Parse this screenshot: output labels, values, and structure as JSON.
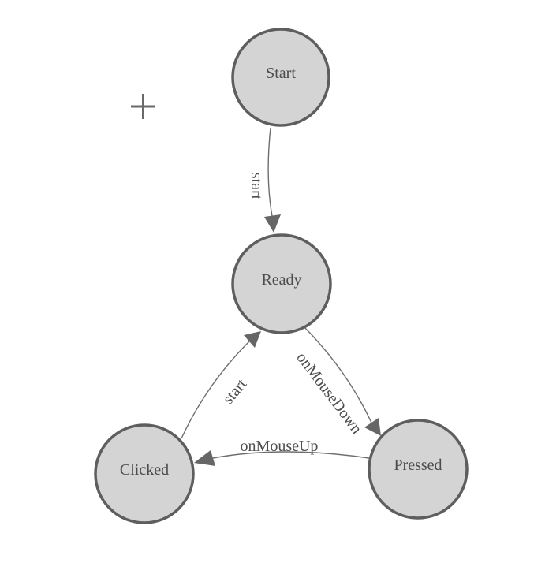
{
  "diagram": {
    "type": "state-diagram",
    "background": "#ffffff",
    "colors": {
      "node_fill": "#d4d4d4",
      "node_border": "#5e5e5e",
      "edge_line": "#6e6e6e",
      "arrowhead": "#666666",
      "label_text": "#4c4c4e",
      "crosshair": "#696969"
    },
    "nodes": [
      {
        "id": "start",
        "label": "Start"
      },
      {
        "id": "ready",
        "label": "Ready"
      },
      {
        "id": "clicked",
        "label": "Clicked"
      },
      {
        "id": "pressed",
        "label": "Pressed"
      }
    ],
    "edges": [
      {
        "from": "Start",
        "to": "Ready",
        "label": "start"
      },
      {
        "from": "Ready",
        "to": "Pressed",
        "label": "onMouseDown"
      },
      {
        "from": "Pressed",
        "to": "Clicked",
        "label": "onMouseUp"
      },
      {
        "from": "Clicked",
        "to": "Ready",
        "label": "start"
      }
    ],
    "icons": {
      "crosshair": "plus-crosshair-icon"
    }
  }
}
